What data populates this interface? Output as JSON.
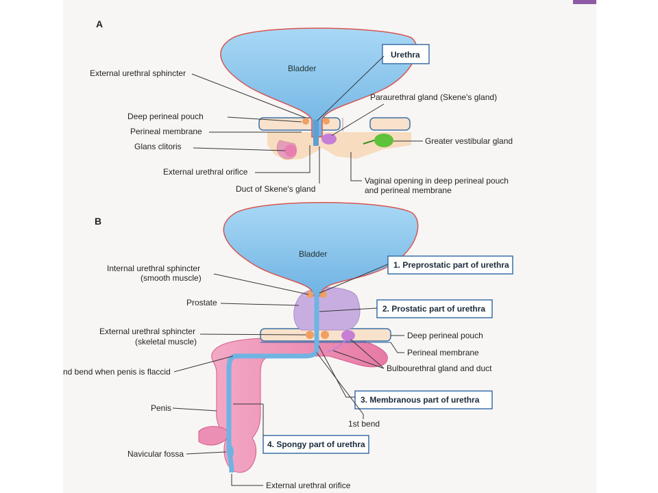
{
  "panel_a": {
    "letter": "A",
    "bladder": "Bladder",
    "urethra_box": "Urethra",
    "labels": {
      "external_urethral_sphincter": "External urethral sphincter",
      "deep_perineal_pouch": "Deep perineal pouch",
      "perineal_membrane": "Perineal membrane",
      "glans_clitoris": "Glans clitoris",
      "external_urethral_orifice": "External urethral orifice",
      "duct_of_skenes_gland": "Duct of Skene's gland",
      "paraurethral_gland": "Paraurethral gland (Skene's gland)",
      "greater_vestibular_gland": "Greater vestibular gland",
      "vaginal_opening_line1": "Vaginal opening in deep perineal pouch",
      "vaginal_opening_line2": "and perineal membrane"
    }
  },
  "panel_b": {
    "letter": "B",
    "bladder": "Bladder",
    "boxes": {
      "preprostatic": "1. Preprostatic part of urethra",
      "prostatic": "2. Prostatic part of urethra",
      "membranous": "3. Membranous part of urethra",
      "spongy": "4. Spongy part of urethra"
    },
    "labels": {
      "internal_sphincter_line1": "Internal urethral sphincter",
      "internal_sphincter_line2": "(smooth muscle)",
      "prostate": "Prostate",
      "external_sphincter_line1": "External urethral sphincter",
      "external_sphincter_line2": "(skeletal muscle)",
      "second_bend": "nd bend when penis is flaccid",
      "penis": "Penis",
      "navicular_fossa": "Navicular fossa",
      "external_urethral_orifice": "External urethral orifice",
      "deep_perineal_pouch": "Deep perineal pouch",
      "perineal_membrane": "Perineal membrane",
      "bulbourethral": "Bulbourethral gland and duct",
      "first_bend": "1st bend"
    }
  },
  "colors": {
    "bladder_fill": "#8ec9ef",
    "bladder_outline": "#d9534f",
    "pouch_fill": "#f6dcc0",
    "sphincter": "#f0a060",
    "prostate": "#c8aee0",
    "penis": "#ec8fb4",
    "gland_green": "#5ec23a",
    "box_border": "#3a6fa8"
  }
}
